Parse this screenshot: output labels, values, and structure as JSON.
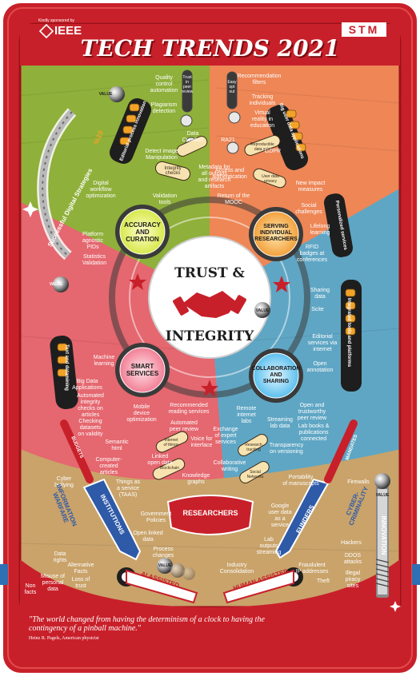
{
  "header": {
    "sponsor_note": "Kindly sponsored by",
    "sponsor_logo": "IEEE",
    "brand_logo": "STM",
    "title": "TECH TRENDS 2021"
  },
  "center": {
    "line1": "TRUST &",
    "line2": "INTEGRITY"
  },
  "hubs": {
    "accuracy": "ACCURACY\nAND\nCURATION",
    "serving": "SERVING\nINDIVIDUAL\nRESEARCHERS",
    "smart": "SMART\nSERVICES",
    "collab": "COLLABORATION\nAND\nSHARING"
  },
  "green_sector": {
    "quality_control": "Quality\ncontrol\nautomation",
    "trust_in_peer_review": "Trust\nin\npeer\nreview",
    "plagiarism": "Plagiarism\ndetection",
    "data_curation": "Data\nCuration",
    "image_manipulation": "Detect image\nManipulation",
    "integrity_checks": "Integrity\nchecks",
    "metadata": "Metadata for\nall outputs\nand research\nartifacts",
    "workflow": "Digital\nworkflow\noptimization",
    "validation_tools": "Validation\ntools",
    "platform_agnostic": "Platform\nagnostic\nPIDs",
    "statistics": "Statistics\nValidation",
    "rail_label": "Successful Digital Strategies",
    "bumper_label": "Editorial process innovation"
  },
  "orange_sector": {
    "recommendation": "Recommendation\nfilters",
    "easy_opt_out": "Easy\nopt\nout",
    "tracking": "Tracking\nindividuals",
    "virtual_reality": "Virtual\nreality in\neducation",
    "ra21": "RA21",
    "reproducible_data": "Reproducible\ndata sets",
    "gdpr": "GDPR",
    "access_auth": "Access and\nauthentication",
    "user_data_privacy": "User data\nprivacy",
    "new_impact": "New impact\nmeasures",
    "mooc": "Return of the\nMOOC",
    "social_challenges": "Social\nchallenges",
    "lifelong": "Lifelong\nlearning",
    "bumper_label": "Big user data applications"
  },
  "blue_sector": {
    "rfid": "RFID\nbadges at\nconferences",
    "personalized": "Personalized services",
    "sharing_data": "Sharing\ndata",
    "scite": "Scite",
    "editorial_services": "Editorial\nservices via\ninternet",
    "open_annotation": "Open\nannotation",
    "bumper_label": "Integrated tools and platforms",
    "open_trustworthy": "Open and\ntrustworthy\npeer review",
    "streaming_lab": "Streaming\nlab data",
    "lab_books": "Lab books &\npublications\nconnected",
    "remote_labs": "Remote\ninternet\nlabs",
    "exchange_expert": "Exchange\nof expert\nservices",
    "research_tracking": "Research\ntracking",
    "transparency": "Transparency\non versioning",
    "collaborative_writing": "Collaborative\nwriting",
    "social_networks": "Social\nNetworks",
    "portability": "Portability\nof manuscripts"
  },
  "pink_sector": {
    "machine_learning": "Machine\nlearning",
    "big_data": "Big Data\nApplications",
    "automated_integrity": "Automated\nintegrity\nchecks on\narticles",
    "checking_datasets": "Checking\ndatasets\non validity",
    "mobile_device": "Mobile\ndevice\noptimization",
    "recommended_reading": "Recommended\nreading services",
    "automated_peer": "Automated\npeer review",
    "semantic_html": "Semantic\nhtml",
    "internet_of_things": "Internet\nof things",
    "voice_for_interface": "Voice for\ninterface",
    "computer_created": "Computer-\ncreated\narticles",
    "linked_open_data": "Linked\nopen data",
    "things_as_service": "Things as\na service\n(TAAS)",
    "blockchain": "Blockchain",
    "knowledge_graphs": "Knowledge\ngraphs",
    "bumper_label": "Text and datamining"
  },
  "tan_sector": {
    "cyber_bullying": "Cyber\nbullying",
    "budgets": "BUDGETS",
    "institutions": "INSTITUTIONS",
    "information_warfare": "INFORMATION\nWARFARE",
    "data_rights": "Data\nrights",
    "alternative_facts": "Alternative\nFacts",
    "misuse": "Misuse of\npersonal\ndata",
    "non_facts": "Non\nfacts",
    "loss_of_trust": "Loss of\ntrust",
    "government_policies": "Government\nPolicies",
    "open_linked_data": "Open linked\ndata",
    "process_changes": "Process\nchanges",
    "researchers": "RESEARCHERS",
    "industry_consolidation": "Industry\nConsolidation",
    "google_user_data": "Google\nuser data\nas a\nservice",
    "lab_outputs": "Lab\noutputs\nstreaming",
    "mandates": "MANDATES",
    "firewalls": "Firewalls",
    "cyber_criminality": "CYBER-\nCRIMINALITY",
    "funders": "FUNDERS",
    "hackers": "Hackers",
    "ddos": "DDOS\nattacks",
    "fraudulent_ip": "Fraudulent\nIP addresses",
    "illegal_piracy": "Illegal\npiracy\nsites",
    "theft": "Theft",
    "innovation": "INNOVATION"
  },
  "pinball": {
    "value_label": "VALUE",
    "bumper_score": "%10",
    "ai_assisted": "AI ASSISTED",
    "human_assisted": "HUMAN ASSISTED"
  },
  "quote": {
    "text": "\"The world changed from having the determinism of a clock to having the contingency of a pinball machine.\"",
    "attribution": "Heinz R. Pagels, American physicist"
  },
  "colors": {
    "frame": "#c8202a",
    "green": "#8fb03a",
    "orange": "#ee8656",
    "blue": "#5fa6c4",
    "pink": "#e5676f",
    "tan": "#c9a36a",
    "navy": "#2e5aa8",
    "dark": "#1e1e1e"
  }
}
